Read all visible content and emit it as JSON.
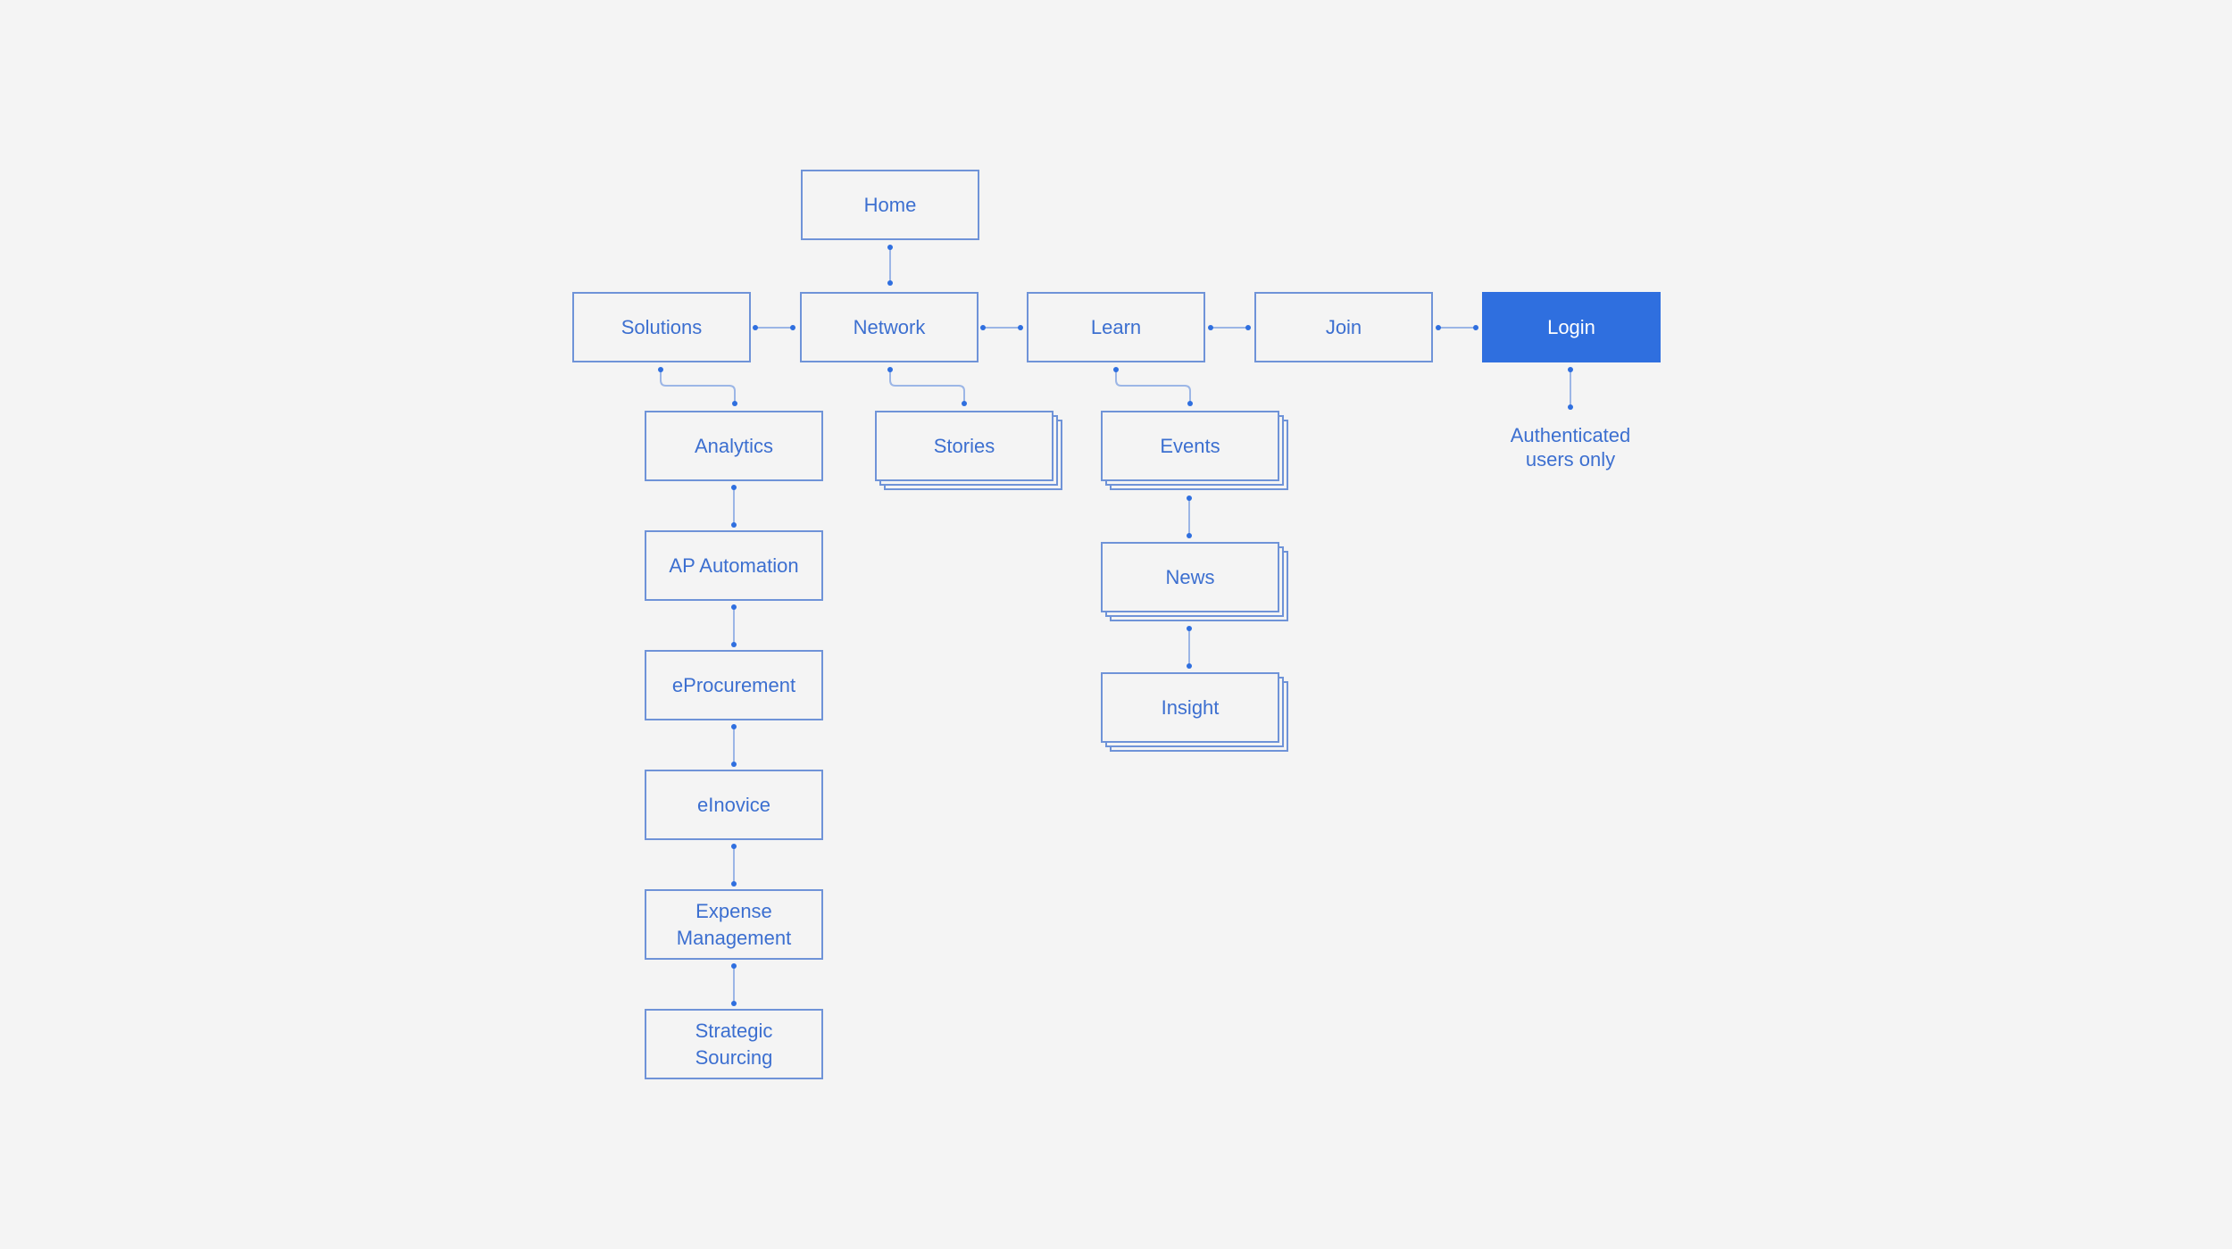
{
  "colors": {
    "background": "#f4f4f4",
    "accent": "#2f6fdf",
    "node_border": "#6f93d8",
    "text": "#3c6fd0",
    "connector": "#9cb6e6",
    "dot": "#2f6fdf"
  },
  "nodes": {
    "home": "Home",
    "solutions": "Solutions",
    "network": "Network",
    "learn": "Learn",
    "join": "Join",
    "login": "Login",
    "analytics": "Analytics",
    "ap_automation": "AP Automation",
    "eprocurement": "eProcurement",
    "einvoice": "eInovice",
    "expense_management": "Expense\nManagement",
    "strategic_sourcing": "Strategic\nSourcing",
    "stories": "Stories",
    "events": "Events",
    "news": "News",
    "insight": "Insight"
  },
  "notes": {
    "login_note": "Authenticated\nusers only"
  }
}
